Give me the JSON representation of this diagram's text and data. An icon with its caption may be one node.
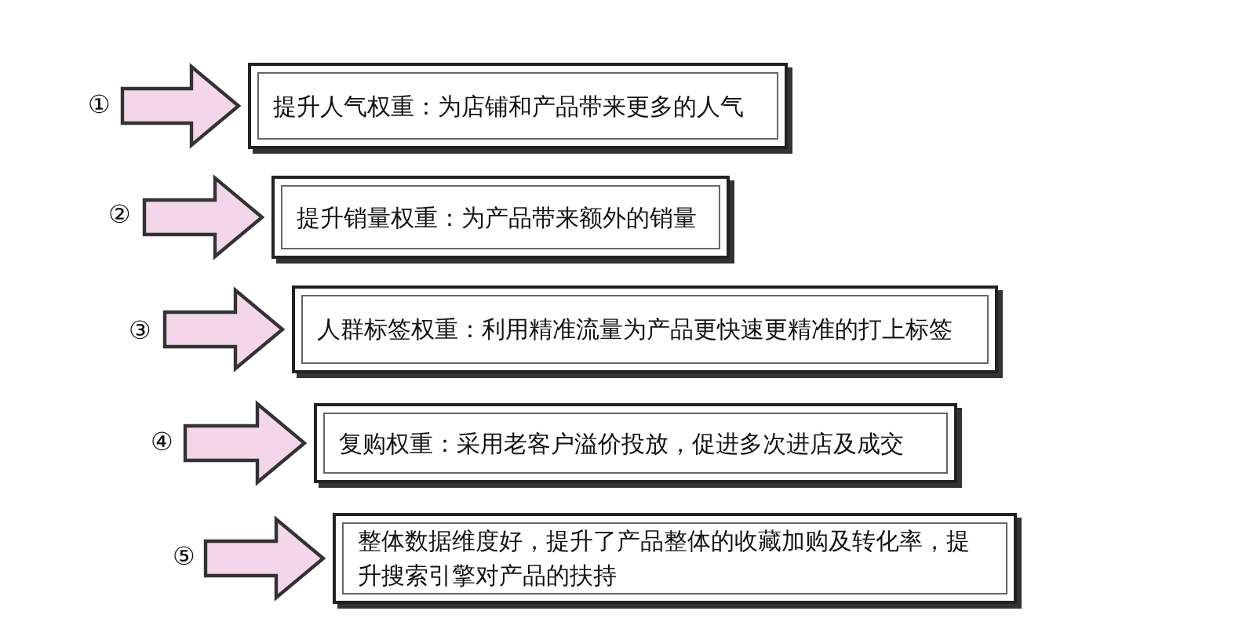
{
  "diagram": {
    "nodes": [
      {
        "text": [
          "提升人气权重：为店铺和产品带来更多的人气"
        ]
      },
      {
        "text": [
          "提升销量权重：为产品带来额外的销量"
        ]
      },
      {
        "text": [
          "人群标签权重：利用精准流量为产品更快速更精准的打上标签"
        ]
      },
      {
        "text": [
          "复购权重：采用老客户溢价投放，促进多次进店及成交"
        ]
      },
      {
        "text": [
          "整体数据维度好，提升了产品整体的收藏加购及转化率，提升搜索引擎对产品的扶持"
        ]
      }
    ],
    "edges": [
      {
        "from": null,
        "to": 0,
        "arrow": "to",
        "style": "thick"
      },
      {
        "from": null,
        "to": 1,
        "arrow": "to",
        "style": "thick"
      },
      {
        "from": null,
        "to": 2,
        "arrow": "to",
        "style": "thick"
      },
      {
        "from": null,
        "to": 3,
        "arrow": "to",
        "style": "thick"
      },
      {
        "from": null,
        "to": 4,
        "arrow": "to",
        "style": "thick"
      }
    ],
    "labels": [
      "①",
      "②",
      "③",
      "④",
      "⑤"
    ]
  }
}
